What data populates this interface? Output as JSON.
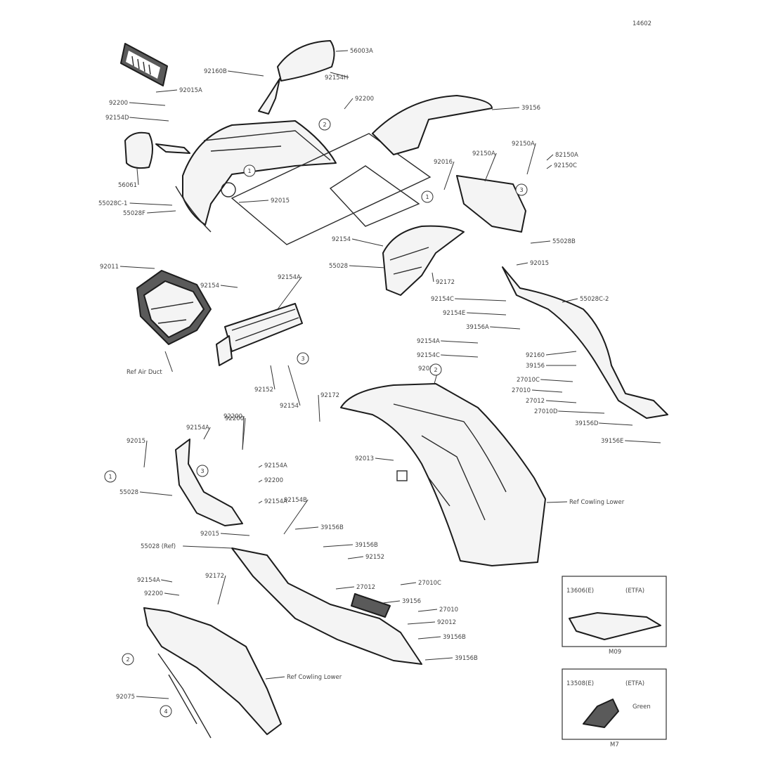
{
  "page_code": "14602",
  "callouts": {
    "mirror_top": "56003A",
    "mirror_stay": "92160B",
    "bolt_a": "92015A",
    "bolt_b": "92154H",
    "cowl_1": "92200",
    "cowl_2": "92154D",
    "mirror_left": "56061",
    "duct_a": "55028C-1",
    "duct_b": "55028F",
    "cover_front": "92015",
    "cover_shield": "92200",
    "screen": "39156",
    "side_a": "92016",
    "side_b": "92150A",
    "side_c": "92150A",
    "side_d": "82150A",
    "rubber": "55028B",
    "duct_cover": "92015",
    "inner_a": "92150C",
    "inner_b": "92154",
    "inner_c": "55028",
    "inner_d": "92172",
    "air_duct_1": "92011",
    "air_duct_2": "92154",
    "ref_air_duct": "Ref Air Duct",
    "air_duct_3": "92152",
    "air_duct_4": "92154",
    "air_duct_5": "92172",
    "air_duct_6": "92154A",
    "air_duct_7": "92200",
    "fair_a": "55028C-2",
    "fair_b": "92154C",
    "fair_c": "92154E",
    "fair_d": "39156A",
    "fair_e": "92154A",
    "fair_f": "92154C",
    "fair_g": "92160",
    "fair_h": "39156",
    "fair_i": "27010C",
    "fair_j": "27010",
    "fair_k": "27012",
    "fair_l": "27010D",
    "fair_m": "39156D",
    "fair_n": "39156E",
    "center_a": "92154A",
    "center_b": "92200",
    "center_c": "92013",
    "center_d": "92015",
    "ref_cowling_lower_1": "Ref Cowling Lower",
    "left_a": "92015",
    "left_b": "55028",
    "left_c": "92154A",
    "left_d": "92200",
    "left_e": "92154A",
    "left_f": "55028 (Ref)",
    "left_g": "92015",
    "low_a": "39156B",
    "low_b": "92154B",
    "low_c": "92152",
    "low_d": "39156B",
    "low_e": "27012",
    "low_f": "27010C",
    "low_g": "39156",
    "low_h": "27010",
    "low_i": "92012",
    "low_j": "39156B",
    "low_k": "39156B",
    "ref_cowling_lower_2": "Ref Cowling Lower",
    "bl_a": "92154A",
    "bl_b": "92200",
    "bl_c": "92172",
    "bl_d": "92075"
  },
  "circle_marks": [
    "2",
    "1",
    "3",
    "1",
    "2",
    "3",
    "1",
    "4",
    "2",
    "3"
  ],
  "inset_top": {
    "part": "13606(E)",
    "type": "(ETFA)",
    "code": "M09"
  },
  "inset_bottom": {
    "part": "13508(E)",
    "type": "(ETFA)",
    "code": "M7",
    "note": "Green"
  }
}
